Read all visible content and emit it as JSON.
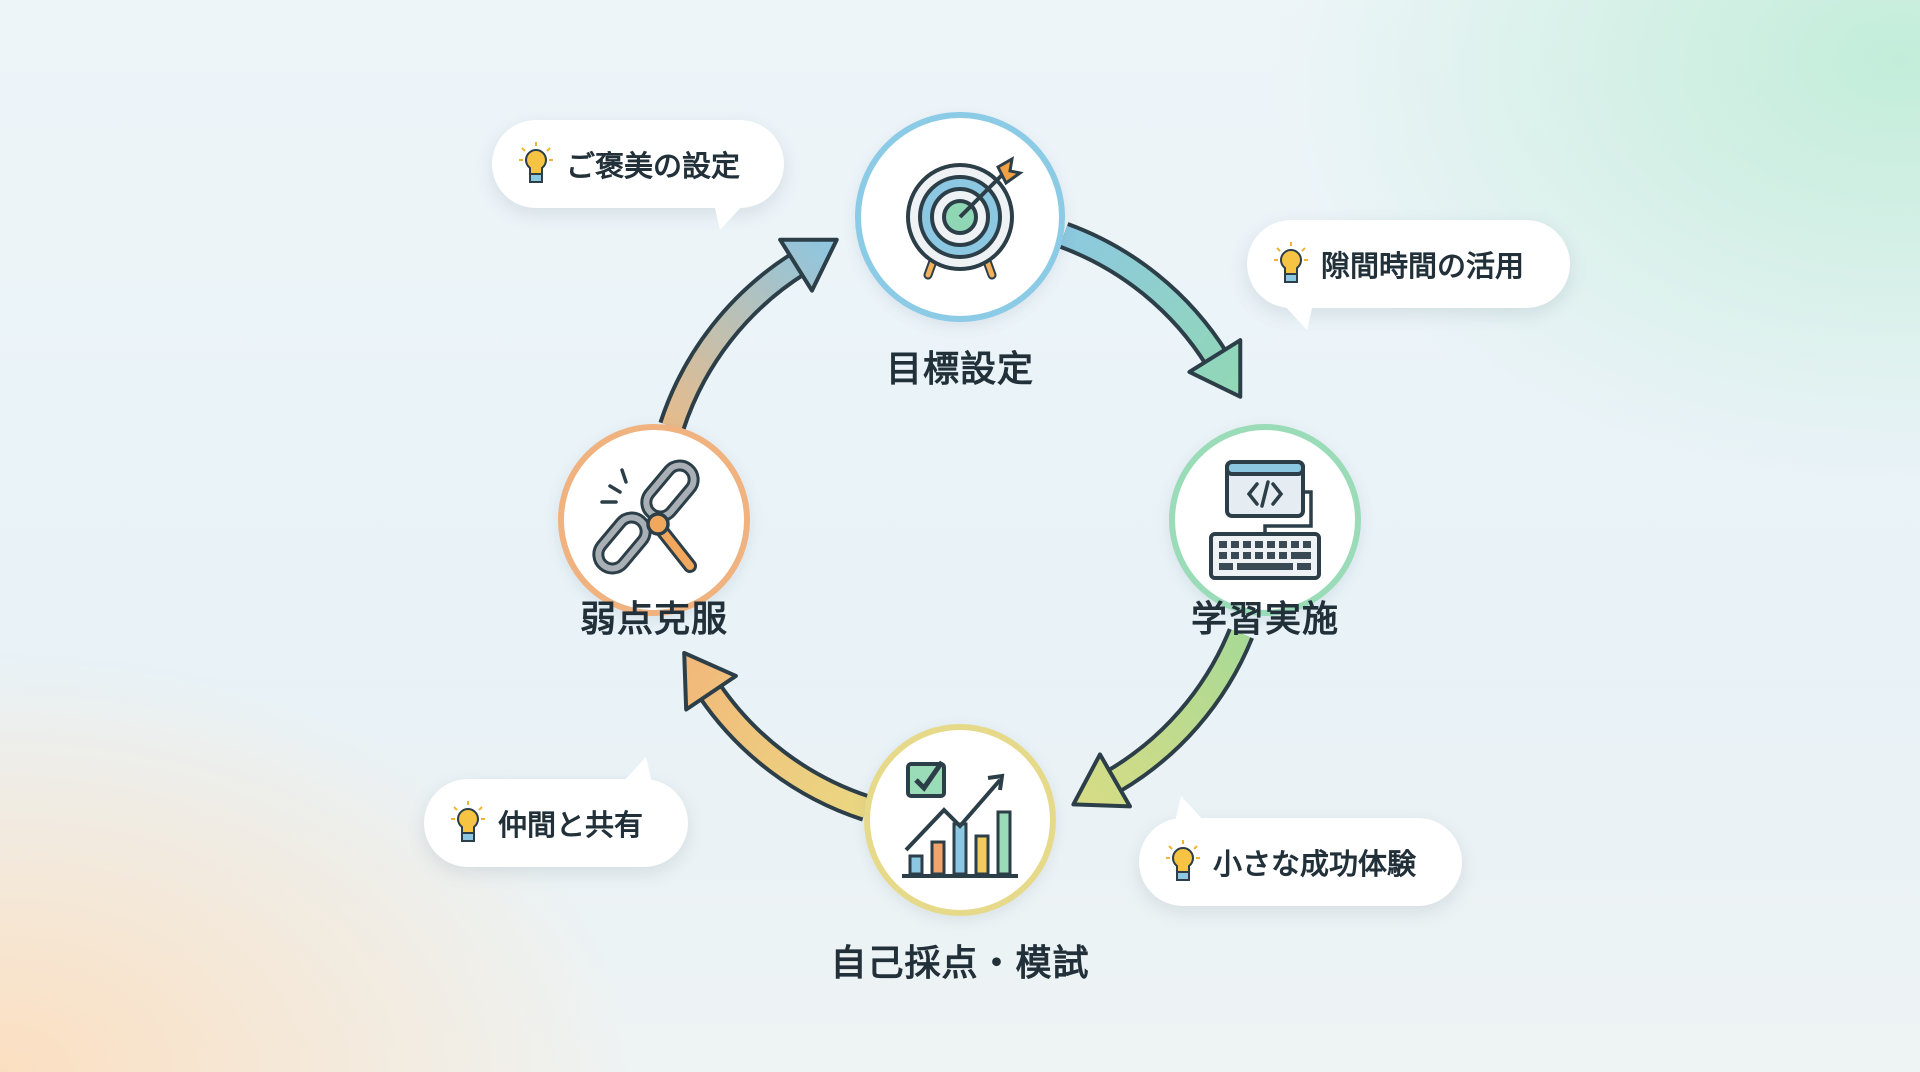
{
  "nodes": [
    {
      "id": "goal",
      "label": "目標設定",
      "icon": "target-icon",
      "color": "#8ccbe6"
    },
    {
      "id": "study",
      "label": "学習実施",
      "icon": "computer-keyboard-icon",
      "color": "#9adbb8"
    },
    {
      "id": "test",
      "label": "自己採点・模試",
      "icon": "chart-check-icon",
      "color": "#e6da8a"
    },
    {
      "id": "weak",
      "label": "弱点克服",
      "icon": "broken-chain-wrench-icon",
      "color": "#f0b27e"
    }
  ],
  "tips": [
    {
      "text": "ご褒美の設定",
      "icon": "lightbulb-icon"
    },
    {
      "text": "隙間時間の活用",
      "icon": "lightbulb-icon"
    },
    {
      "text": "仲間と共有",
      "icon": "lightbulb-icon"
    },
    {
      "text": "小さな成功体験",
      "icon": "lightbulb-icon"
    }
  ],
  "colors": {
    "text": "#22303a",
    "outline": "#2c3e48",
    "bulb": "#f6c343"
  }
}
